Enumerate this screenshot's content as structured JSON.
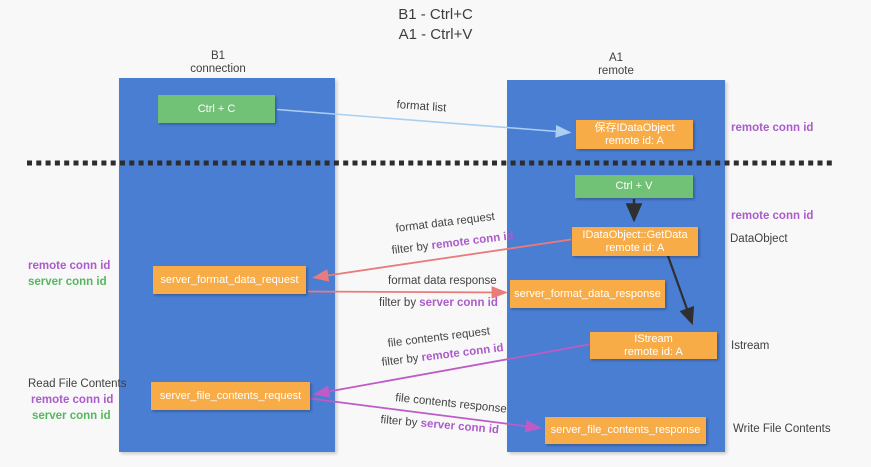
{
  "title": {
    "line1": "B1 - Ctrl+C",
    "line2": "A1 - Ctrl+V"
  },
  "lanes": {
    "left": {
      "title": "B1",
      "subtitle": "connection"
    },
    "right": {
      "title": "A1",
      "subtitle": "remote"
    }
  },
  "nodes": {
    "ctrl_c": {
      "label": "Ctrl + C"
    },
    "save_dataobject": {
      "line1": "保存IDataObject",
      "line2": "remote id: A"
    },
    "ctrl_v": {
      "label": "Ctrl + V"
    },
    "getdata": {
      "line1": "IDataObject::GetData",
      "line2": "remote id: A"
    },
    "format_request": {
      "label": "server_format_data_request"
    },
    "format_response": {
      "label": "server_format_data_response"
    },
    "istream": {
      "line1": "IStream",
      "line2": "remote id: A"
    },
    "file_request": {
      "label": "server_file_contents_request"
    },
    "file_response": {
      "label": "server_file_contents_response"
    }
  },
  "edge_labels": {
    "format_list": "format list",
    "format_data_request": "format data request",
    "format_data_response": "format data response",
    "file_contents_request": "file contents request",
    "file_contents_response": "file contents response",
    "filter_by": "filter by ",
    "remote_conn_id": "remote conn id",
    "server_conn_id": "server conn id"
  },
  "side_labels": {
    "remote_conn_id": "remote conn id",
    "server_conn_id": "server conn id",
    "dataobject": "DataObject",
    "istream": "Istream",
    "read_file_contents": "Read File Contents",
    "write_file_contents": "Write File Contents"
  },
  "colors": {
    "lane_blue": "#4A7ED3",
    "node_orange": "#F8AC47",
    "node_green": "#71C176",
    "purple_text": "#AB5BCB",
    "green_text": "#56B65E",
    "arrow_red": "#E97B7B",
    "arrow_magenta": "#BE5BC6",
    "arrow_lightblue": "#AACFF1",
    "arrow_black": "#2F2F2F",
    "text_dark": "#3F3F3F"
  }
}
